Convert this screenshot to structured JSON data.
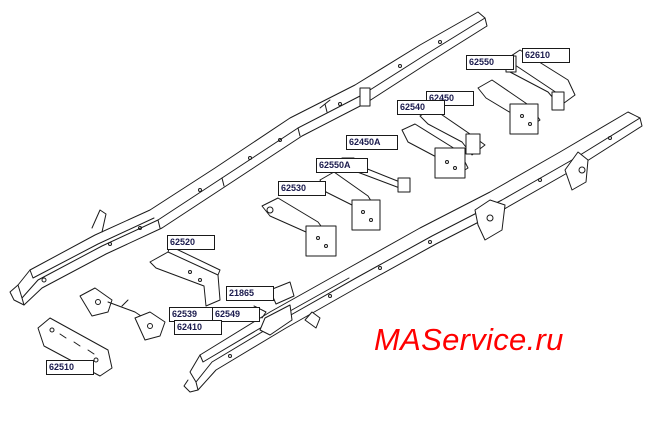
{
  "diagram": {
    "callouts": [
      {
        "id": "c62610",
        "label": "62610"
      },
      {
        "id": "c62550",
        "label": "62550"
      },
      {
        "id": "c62450",
        "label": "62450"
      },
      {
        "id": "c62540",
        "label": "62540"
      },
      {
        "id": "c62450A",
        "label": "62450A"
      },
      {
        "id": "c62550A",
        "label": "62550A"
      },
      {
        "id": "c62530",
        "label": "62530"
      },
      {
        "id": "c62520",
        "label": "62520"
      },
      {
        "id": "c21865",
        "label": "21865"
      },
      {
        "id": "c62539",
        "label": "62539"
      },
      {
        "id": "c62549",
        "label": "62549"
      },
      {
        "id": "c62410",
        "label": "62410"
      },
      {
        "id": "c62510",
        "label": "62510"
      }
    ],
    "watermark": "MAService.ru"
  },
  "colors": {
    "line": "#1a1a1a",
    "label_text": "#1a1a4d",
    "watermark": "#ff0000"
  }
}
